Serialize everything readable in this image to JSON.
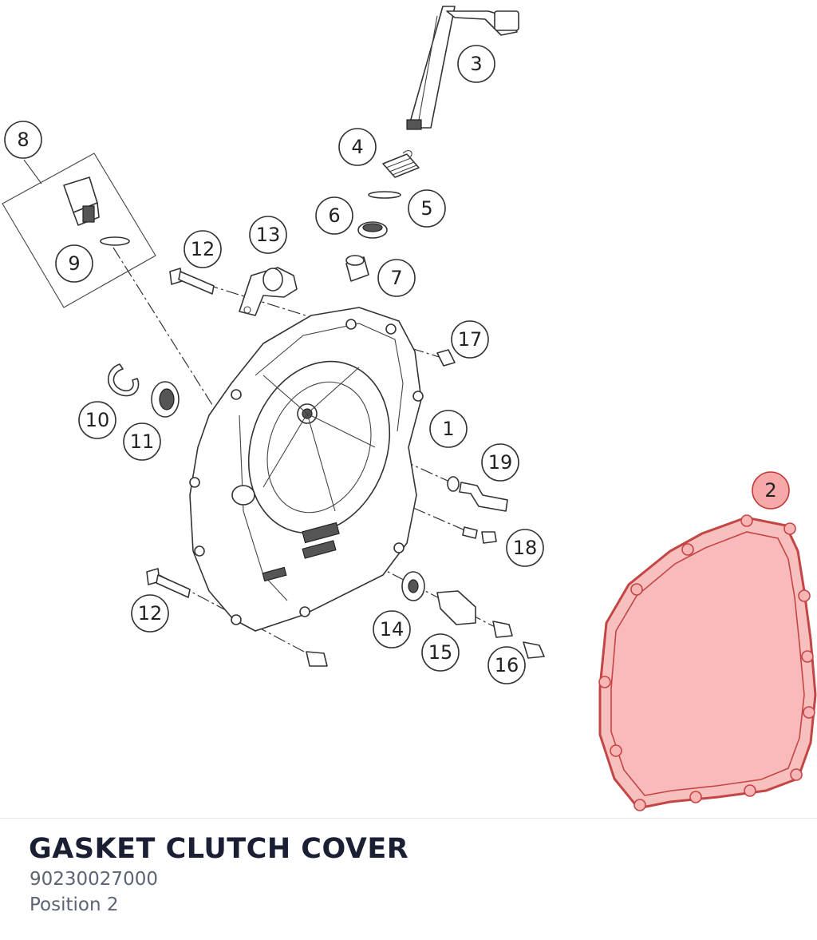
{
  "part": {
    "name": "GASKET CLUTCH COVER",
    "number": "90230027000",
    "position_text": "Position 2"
  },
  "highlight_color": "#f28b8b",
  "callouts": [
    {
      "id": "1",
      "label": "1"
    },
    {
      "id": "2",
      "label": "2",
      "highlighted": true
    },
    {
      "id": "3",
      "label": "3"
    },
    {
      "id": "4",
      "label": "4"
    },
    {
      "id": "5",
      "label": "5"
    },
    {
      "id": "6",
      "label": "6"
    },
    {
      "id": "7",
      "label": "7"
    },
    {
      "id": "8",
      "label": "8"
    },
    {
      "id": "9",
      "label": "9"
    },
    {
      "id": "10",
      "label": "10"
    },
    {
      "id": "11",
      "label": "11"
    },
    {
      "id": "12a",
      "label": "12"
    },
    {
      "id": "12b",
      "label": "12"
    },
    {
      "id": "13",
      "label": "13"
    },
    {
      "id": "14",
      "label": "14"
    },
    {
      "id": "15",
      "label": "15"
    },
    {
      "id": "16",
      "label": "16"
    },
    {
      "id": "17",
      "label": "17"
    },
    {
      "id": "18",
      "label": "18"
    },
    {
      "id": "19",
      "label": "19"
    }
  ]
}
